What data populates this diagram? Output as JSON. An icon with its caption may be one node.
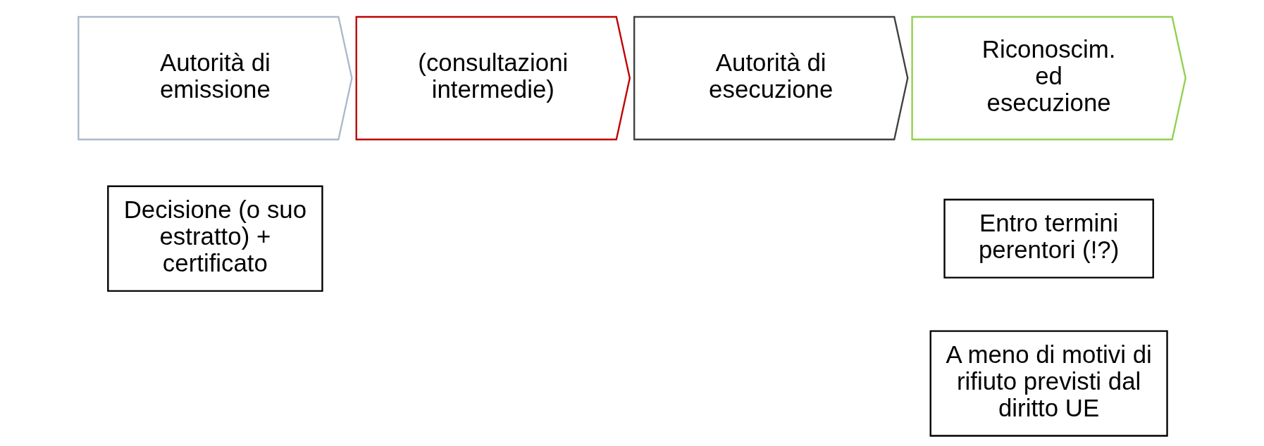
{
  "diagram": {
    "nodes": [
      {
        "text": [
          "Autorità di emissione"
        ]
      },
      {
        "text": [
          "(consultazioni intermedie)"
        ]
      },
      {
        "text": [
          "Autorità di esecuzione"
        ]
      },
      {
        "text": [
          "Riconoscim. ed esecuzione"
        ]
      },
      {
        "text": [
          "Decisione (o suo estratto) + certificato"
        ]
      },
      {
        "text": [
          "Entro termini perentori (!?)"
        ]
      },
      {
        "text": [
          "A meno di motivi di rifiuto previsti dal diritto UE"
        ]
      }
    ],
    "edges": []
  }
}
